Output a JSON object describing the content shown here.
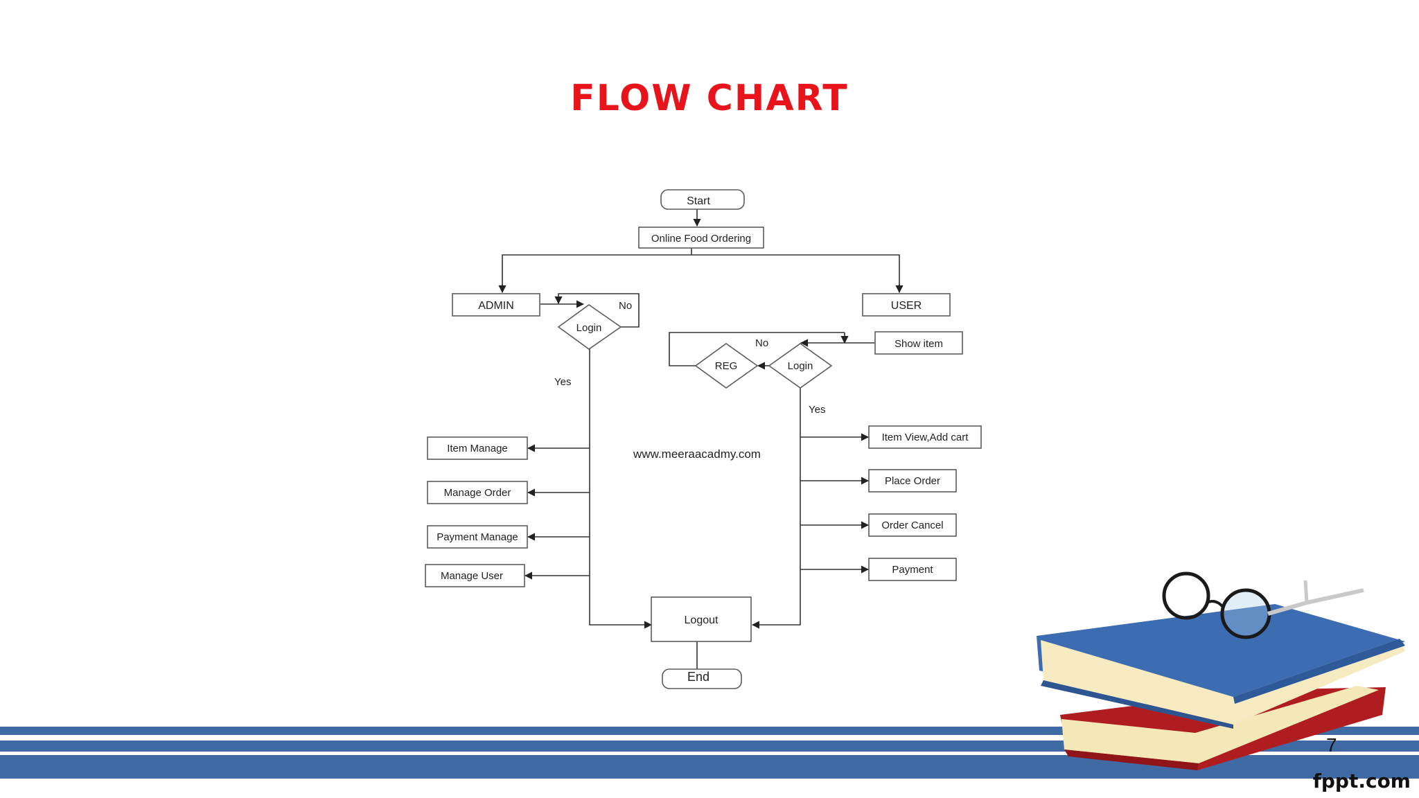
{
  "slide": {
    "title": "FLOW CHART",
    "page_number": "7",
    "brand": "fppt.com",
    "colors": {
      "title": "#e8141b",
      "stripe": "#3f6aa3"
    }
  },
  "diagram": {
    "nodes": {
      "start": "Start",
      "online_food_ordering": "Online Food Ordering",
      "admin": "ADMIN",
      "user": "USER",
      "admin_login": "Login",
      "user_login": "Login",
      "reg": "REG",
      "show_item": "Show item",
      "item_manage": "Item Manage",
      "manage_order": "Manage Order",
      "payment_manage": "Payment Manage",
      "manage_user": "Manage User",
      "item_view_add_cart": "Item View,Add cart",
      "place_order": "Place Order",
      "order_cancel": "Order Cancel",
      "payment": "Payment",
      "logout": "Logout",
      "end": "End"
    },
    "edge_labels": {
      "admin_no": "No",
      "admin_yes": "Yes",
      "user_no": "No",
      "user_yes": "Yes"
    },
    "watermark": "www.meeraacadmy.com"
  },
  "decoration": {
    "icon": "books-with-glasses-icon"
  }
}
